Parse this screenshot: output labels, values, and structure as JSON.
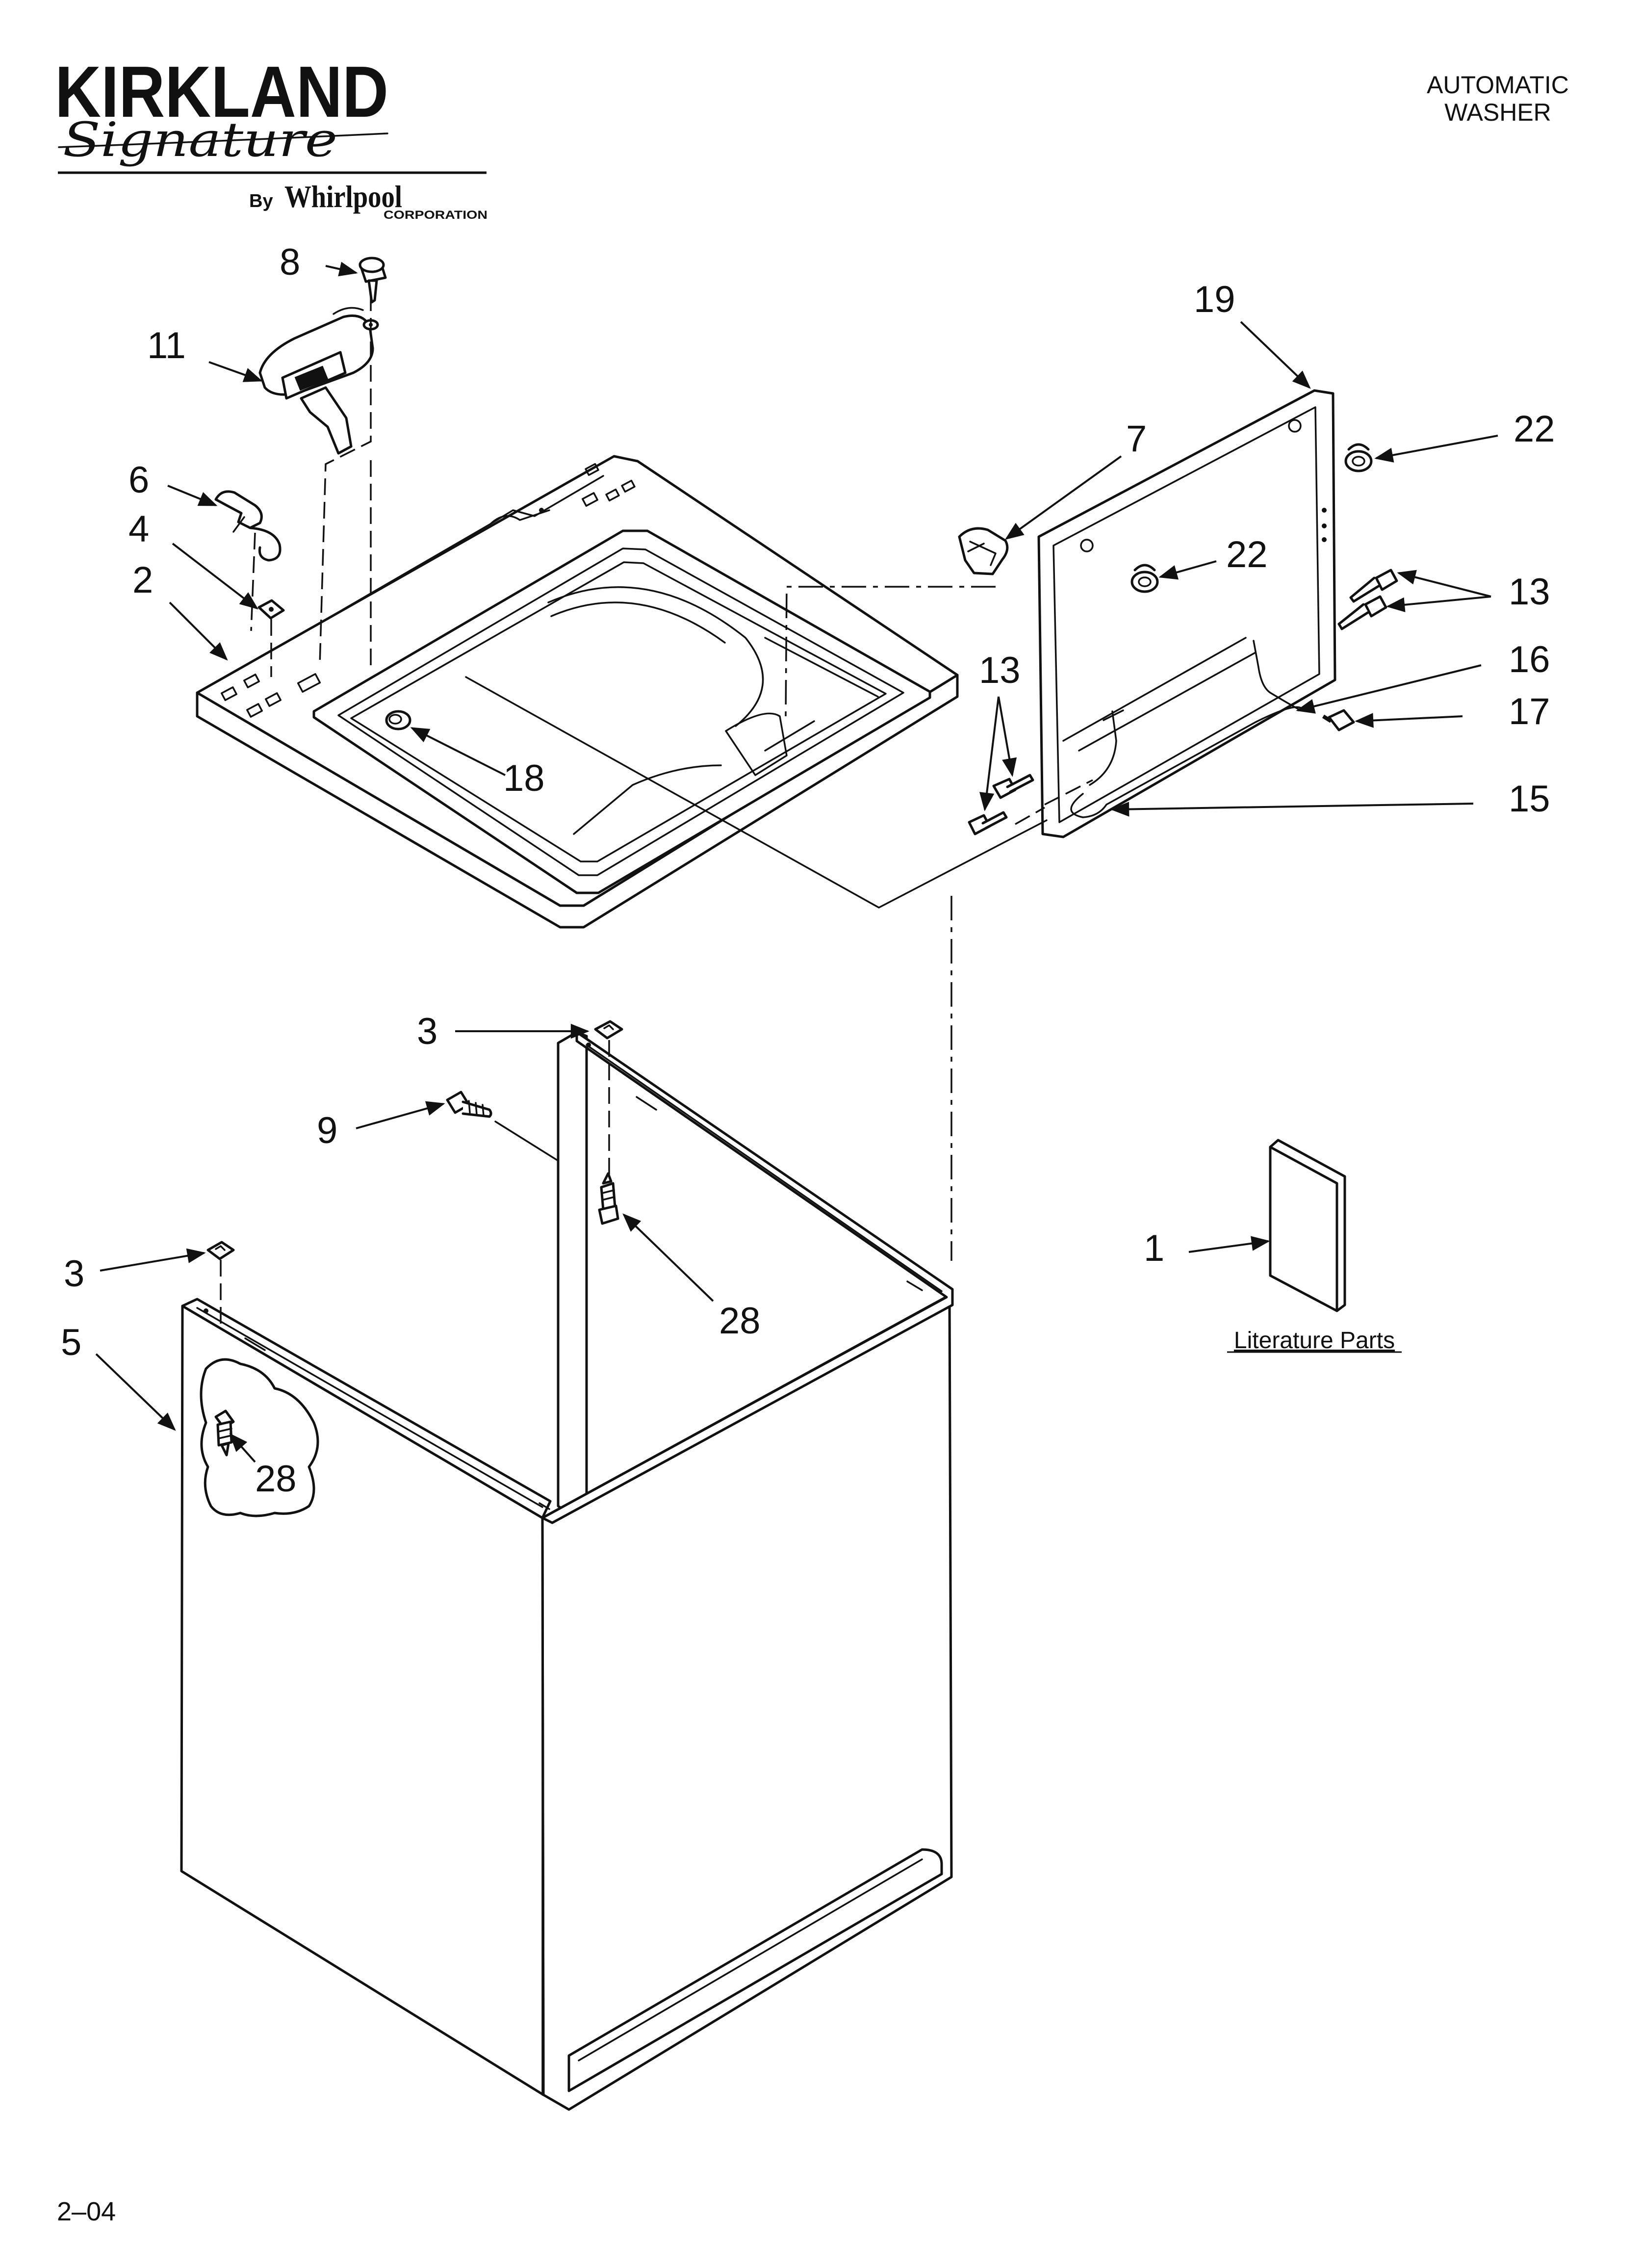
{
  "header": {
    "brand": "KIRKLAND",
    "signature": "Signature",
    "by_label": "By",
    "maker": "Whirlpool",
    "maker_sub": "CORPORATION",
    "product_line1": "AUTOMATIC",
    "product_line2": "WASHER"
  },
  "footer": {
    "page_code": "2–04"
  },
  "literature_label": "Literature Parts",
  "callouts": {
    "c1": "1",
    "c2": "2",
    "c3a": "3",
    "c3b": "3",
    "c4": "4",
    "c5": "5",
    "c6": "6",
    "c7": "7",
    "c8": "8",
    "c9": "9",
    "c11": "11",
    "c13a": "13",
    "c13b": "13",
    "c15": "15",
    "c16": "16",
    "c17": "17",
    "c18": "18",
    "c19": "19",
    "c22a": "22",
    "c22b": "22",
    "c28a": "28",
    "c28b": "28"
  }
}
